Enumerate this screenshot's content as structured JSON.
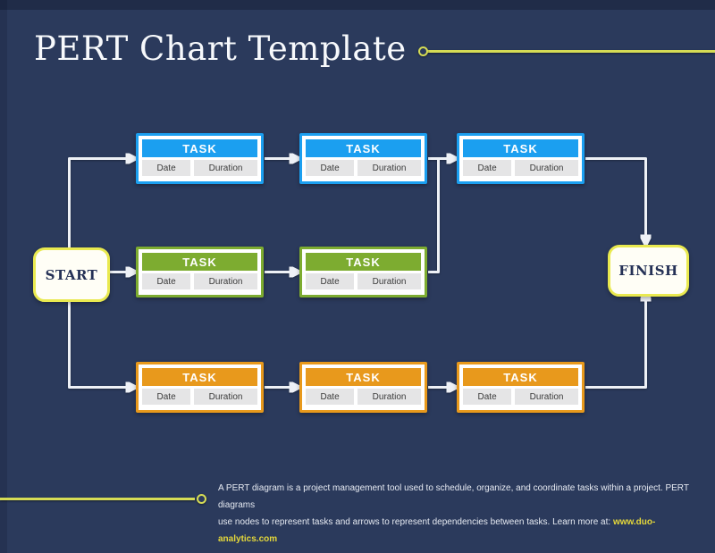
{
  "header": {
    "title": "PERT Chart Template"
  },
  "colors": {
    "background": "#2b3a5c",
    "task-blue": "#1b9ff0",
    "task-green": "#7dac30",
    "task-orange": "#e8991c",
    "accent-yellow": "#d6dc55",
    "terminal-border": "#e9e94f",
    "connector": "#eef1f6",
    "link-yellow": "#e5d83a"
  },
  "diagram": {
    "start_label": "START",
    "finish_label": "FINISH",
    "rows": [
      {
        "name": "blue-row",
        "tasks": [
          {
            "title": "TASK",
            "date_label": "Date",
            "duration_label": "Duration"
          },
          {
            "title": "TASK",
            "date_label": "Date",
            "duration_label": "Duration"
          },
          {
            "title": "TASK",
            "date_label": "Date",
            "duration_label": "Duration"
          }
        ]
      },
      {
        "name": "green-row",
        "tasks": [
          {
            "title": "TASK",
            "date_label": "Date",
            "duration_label": "Duration"
          },
          {
            "title": "TASK",
            "date_label": "Date",
            "duration_label": "Duration"
          }
        ]
      },
      {
        "name": "orange-row",
        "tasks": [
          {
            "title": "TASK",
            "date_label": "Date",
            "duration_label": "Duration"
          },
          {
            "title": "TASK",
            "date_label": "Date",
            "duration_label": "Duration"
          },
          {
            "title": "TASK",
            "date_label": "Date",
            "duration_label": "Duration"
          }
        ]
      }
    ]
  },
  "footer": {
    "line1": "A PERT diagram is a project management tool used to schedule, organize, and coordinate tasks within a project. PERT diagrams",
    "line2": "use nodes to represent tasks and arrows to represent dependencies between tasks. Learn more at:",
    "link": "www.duo-analytics.com"
  }
}
